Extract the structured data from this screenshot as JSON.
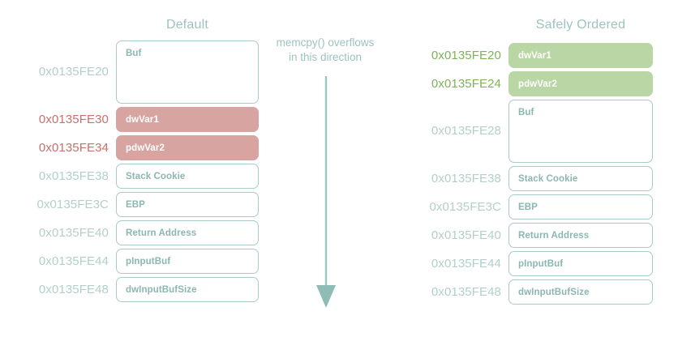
{
  "diagram": {
    "title_default": "Default",
    "title_safe": "Safely Ordered",
    "note_line1": "memcpy() overflows",
    "note_line2": "in this direction",
    "arrow_name": "down-arrow-icon",
    "colors": {
      "teal_text": "#9dc3bf",
      "teal_border": "#a8ccc7",
      "neutral_addr": "#b3cfcb",
      "danger_fill": "#d8a4a1",
      "danger_addr": "#c9706a",
      "safe_fill": "#b9d6a4",
      "safe_addr": "#7cb35a",
      "background": "#ffffff"
    }
  },
  "columns": [
    {
      "id": "default",
      "title": "Default",
      "rows": [
        {
          "address": "0x0135FE20",
          "label": "Buf",
          "state": "plain",
          "tall": true
        },
        {
          "address": "0x0135FE30",
          "label": "dwVar1",
          "state": "danger",
          "tall": false
        },
        {
          "address": "0x0135FE34",
          "label": "pdwVar2",
          "state": "danger",
          "tall": false
        },
        {
          "address": "0x0135FE38",
          "label": "Stack Cookie",
          "state": "plain",
          "tall": false
        },
        {
          "address": "0x0135FE3C",
          "label": "EBP",
          "state": "plain",
          "tall": false
        },
        {
          "address": "0x0135FE40",
          "label": "Return Address",
          "state": "plain",
          "tall": false
        },
        {
          "address": "0x0135FE44",
          "label": "pInputBuf",
          "state": "plain",
          "tall": false
        },
        {
          "address": "0x0135FE48",
          "label": "dwInputBufSize",
          "state": "plain",
          "tall": false
        }
      ]
    },
    {
      "id": "safe",
      "title": "Safely Ordered",
      "rows": [
        {
          "address": "0x0135FE20",
          "label": "dwVar1",
          "state": "safe",
          "tall": false
        },
        {
          "address": "0x0135FE24",
          "label": "pdwVar2",
          "state": "safe",
          "tall": false
        },
        {
          "address": "0x0135FE28",
          "label": "Buf",
          "state": "plain",
          "tall": true
        },
        {
          "address": "0x0135FE38",
          "label": "Stack Cookie",
          "state": "plain",
          "tall": false
        },
        {
          "address": "0x0135FE3C",
          "label": "EBP",
          "state": "plain",
          "tall": false
        },
        {
          "address": "0x0135FE40",
          "label": "Return Address",
          "state": "plain",
          "tall": false
        },
        {
          "address": "0x0135FE44",
          "label": "pInputBuf",
          "state": "plain",
          "tall": false
        },
        {
          "address": "0x0135FE48",
          "label": "dwInputBufSize",
          "state": "plain",
          "tall": false
        }
      ]
    }
  ]
}
